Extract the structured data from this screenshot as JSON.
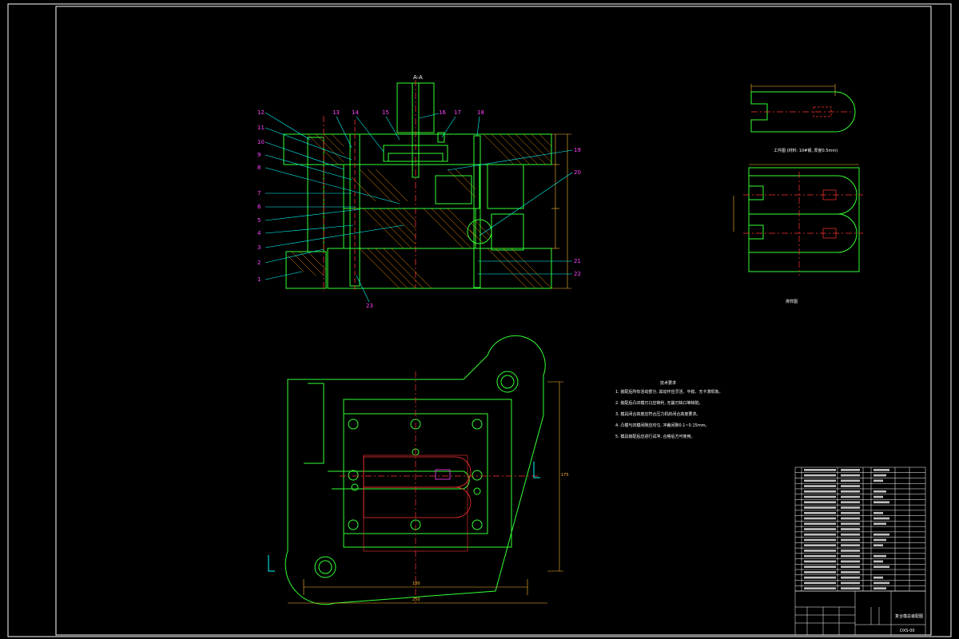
{
  "colors": {
    "background": "#000000",
    "frame": "#ffffff",
    "part_outline": "#33ff33",
    "hidden_line": "#ff3333",
    "leader": "#00ffff",
    "dimension": "#ffbb33",
    "callout": "#ff44ff",
    "text": "#ffffff",
    "hatch": "#ff9900"
  },
  "section_view": {
    "section_mark": "A-A",
    "callouts_left": [
      "12",
      "11",
      "10",
      "9",
      "8",
      "7",
      "6",
      "5",
      "4",
      "3",
      "2",
      "1"
    ],
    "callouts_top": [
      "13",
      "14",
      "15",
      "16",
      "17",
      "18"
    ],
    "callouts_right": [
      "19",
      "20",
      "21",
      "22"
    ],
    "callout_bottom": "23"
  },
  "part_view": {
    "caption": "工件图 (材料: 10#钢, 厚度0.5mm)"
  },
  "layout_view": {
    "caption": "排样图"
  },
  "plan_view": {
    "dim_width": "180",
    "dim_overall": "250",
    "dim_height": "175"
  },
  "technical_requirements": {
    "title": "技术要求",
    "items": [
      "1. 装配后所有活动部分, 其动作应灵活、平稳、无卡滞现象。",
      "2. 装配后凸凹模刃口应锋利, 无崩刃缺口等缺陷。",
      "3. 模具闭合高度应符合压力机的闭合高度要求。",
      "4. 凸模与凹模间隙应均匀, 冲裁间隙0.1~0.15mm。",
      "5. 模具装配后应进行试冲, 合格后方可使用。"
    ]
  },
  "title_block": {
    "drawing_name": "复合模总装配图",
    "drawing_number": "DXS-00"
  }
}
